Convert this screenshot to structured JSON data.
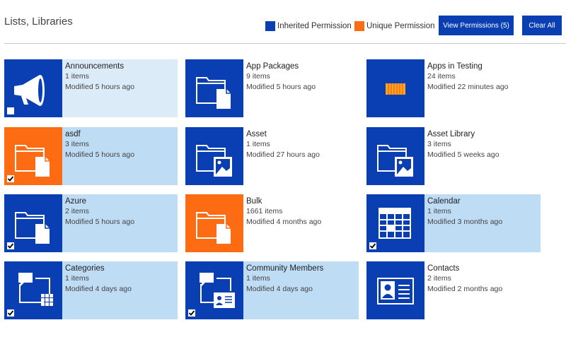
{
  "page": {
    "title": "Lists, Libraries"
  },
  "legend": {
    "inherited": {
      "label": "Inherited Permission",
      "color": "#0a3fb4"
    },
    "unique": {
      "label": "Unique Permission",
      "color": "#fd6b12"
    }
  },
  "buttons": {
    "view_permissions": "View Permissions  (5)",
    "clear_all": "Clear All"
  },
  "colors": {
    "tile_blue": "#0a3fb4",
    "tile_orange": "#fd6b12",
    "selected_bg": "#bfdcf5",
    "hover_bg": "#dcebf8"
  },
  "tiles": [
    {
      "title": "Announcements",
      "count": "1 items",
      "modified": "Modified 5 hours ago",
      "icon": "megaphone-icon",
      "permission": "inherited",
      "state": "hover",
      "checked": false
    },
    {
      "title": "App Packages",
      "count": "9 items",
      "modified": "Modified 5 hours ago",
      "icon": "folder-document-icon",
      "permission": "inherited",
      "state": "none",
      "checked": null
    },
    {
      "title": "Apps in Testing",
      "count": "24 items",
      "modified": "Modified 22 minutes ago",
      "icon": "app-catalog-icon",
      "permission": "inherited",
      "state": "none",
      "checked": null
    },
    {
      "title": "asdf",
      "count": "3 items",
      "modified": "Modified 5 hours ago",
      "icon": "folder-document-icon",
      "permission": "unique",
      "state": "selected",
      "checked": true
    },
    {
      "title": "Asset",
      "count": "1 items",
      "modified": "Modified 27 hours ago",
      "icon": "folder-picture-icon",
      "permission": "inherited",
      "state": "none",
      "checked": null
    },
    {
      "title": "Asset Library",
      "count": "3 items",
      "modified": "Modified 5 weeks ago",
      "icon": "folder-picture-icon",
      "permission": "inherited",
      "state": "none",
      "checked": null
    },
    {
      "title": "Azure",
      "count": "2 items",
      "modified": "Modified 5 hours ago",
      "icon": "folder-document-icon",
      "permission": "inherited",
      "state": "selected",
      "checked": true
    },
    {
      "title": "Bulk",
      "count": "1661 items",
      "modified": "Modified 4 months ago",
      "icon": "folder-document-icon",
      "permission": "unique",
      "state": "none",
      "checked": null
    },
    {
      "title": "Calendar",
      "count": "1 items",
      "modified": "Modified 3 months ago",
      "icon": "calendar-icon",
      "permission": "inherited",
      "state": "selected",
      "checked": true
    },
    {
      "title": "Categories",
      "count": "1 items",
      "modified": "Modified 4 days ago",
      "icon": "discussion-grid-icon",
      "permission": "inherited",
      "state": "selected",
      "checked": true
    },
    {
      "title": "Community Members",
      "count": "1 items",
      "modified": "Modified 4 days ago",
      "icon": "discussion-contact-icon",
      "permission": "inherited",
      "state": "selected",
      "checked": true
    },
    {
      "title": "Contacts",
      "count": "2 items",
      "modified": "Modified 2 months ago",
      "icon": "contact-card-icon",
      "permission": "inherited",
      "state": "none",
      "checked": null
    }
  ]
}
